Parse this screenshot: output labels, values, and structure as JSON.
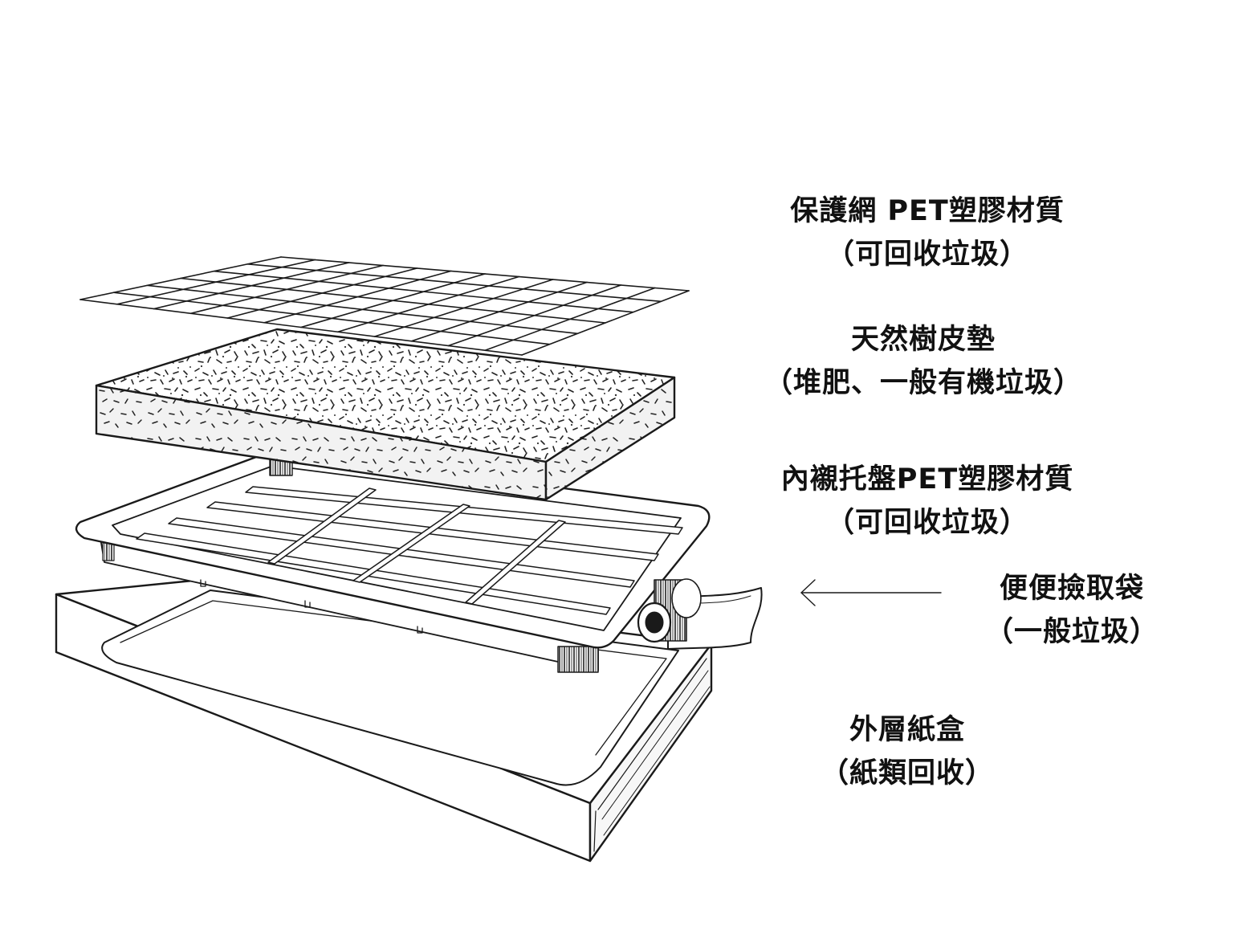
{
  "diagram": {
    "labels": {
      "mesh": {
        "name": "保護網 PET塑膠材質",
        "note": "（可回收垃圾）"
      },
      "bark": {
        "name": "天然樹皮墊",
        "note": "（堆肥、一般有機垃圾）"
      },
      "tray": {
        "name": "內襯托盤PET塑膠材質",
        "note": "（可回收垃圾）"
      },
      "bag": {
        "name": "便便撿取袋",
        "note": "（一般垃圾）"
      },
      "box": {
        "name": "外層紙盒",
        "note": "（紙類回收）"
      }
    },
    "colors": {
      "line": "#1a1a1a",
      "fill": "#ffffff",
      "text": "#111111"
    }
  }
}
